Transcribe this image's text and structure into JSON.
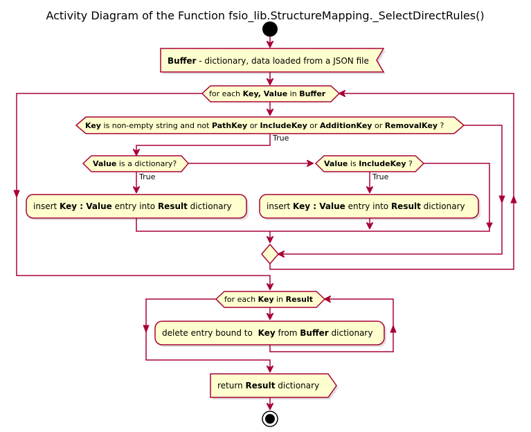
{
  "title": "Activity Diagram of the Function fsio_lib.StructureMapping._SelectDirectRules()",
  "buffer_note": {
    "bold": "Buffer",
    "rest": " - dictionary, data loaded from a JSON file"
  },
  "loop1": {
    "pre": "for each ",
    "b1": "Key, Value",
    "mid": " in ",
    "b2": "Buffer"
  },
  "cond1": {
    "b1": "Key",
    "t1": " is non-empty string and not ",
    "b2": "PathKey",
    "t2": " or ",
    "b3": "IncludeKey",
    "t3": " or ",
    "b4": "AdditionKey",
    "t4": " or ",
    "b5": "RemovalKey",
    "t5": " ?"
  },
  "true_label": "True",
  "cond2": {
    "b1": "Value",
    "t1": " is a dictionary?"
  },
  "cond3": {
    "b1": "Value",
    "t1": " is ",
    "b2": "IncludeKey",
    "t2": " ?"
  },
  "insert_action": {
    "pre": "insert ",
    "b1": "Key : Value",
    "mid": " entry into ",
    "b2": "Result",
    "post": " dictionary"
  },
  "loop2": {
    "pre": "for each ",
    "b1": "Key",
    "mid": " in ",
    "b2": "Result"
  },
  "delete_action": {
    "pre": "delete entry bound to ",
    "b1": "Key",
    "mid": " from ",
    "b2": "Buffer",
    "post": " dictionary"
  },
  "return_action": {
    "pre": "return ",
    "b1": "Result",
    "post": " dictionary"
  }
}
